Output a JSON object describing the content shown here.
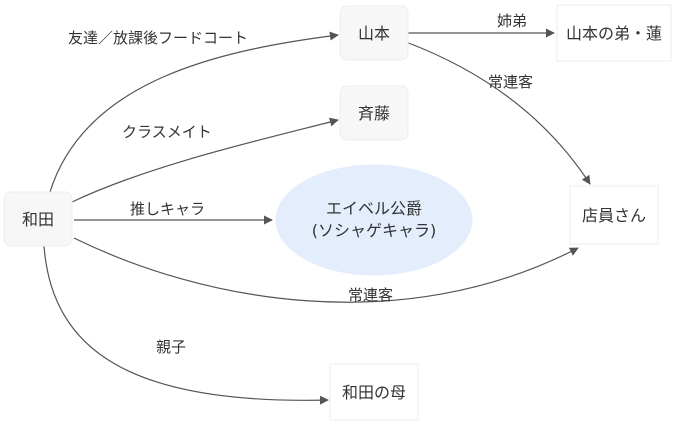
{
  "colors": {
    "node_fill": "#f7f7f7",
    "node_stroke": "#ececec",
    "ellipse_fill": "#e3edfc",
    "edge": "#555555",
    "text": "#333333"
  },
  "nodes": {
    "wada": "和田",
    "yamamoto": "山本",
    "saito": "斉藤",
    "abel_line1": "エイベル公爵",
    "abel_line2": "(ソシャゲキャラ)",
    "clerk": "店員さん",
    "brother": "山本の弟・蓮",
    "mother": "和田の母"
  },
  "edges": {
    "wada_yamamoto": "友達／放課後フードコート",
    "wada_saito": "クラスメイト",
    "wada_abel": "推しキャラ",
    "wada_clerk": "常連客",
    "wada_mother": "親子",
    "yamamoto_brother": "姉弟",
    "yamamoto_clerk": "常連客"
  }
}
